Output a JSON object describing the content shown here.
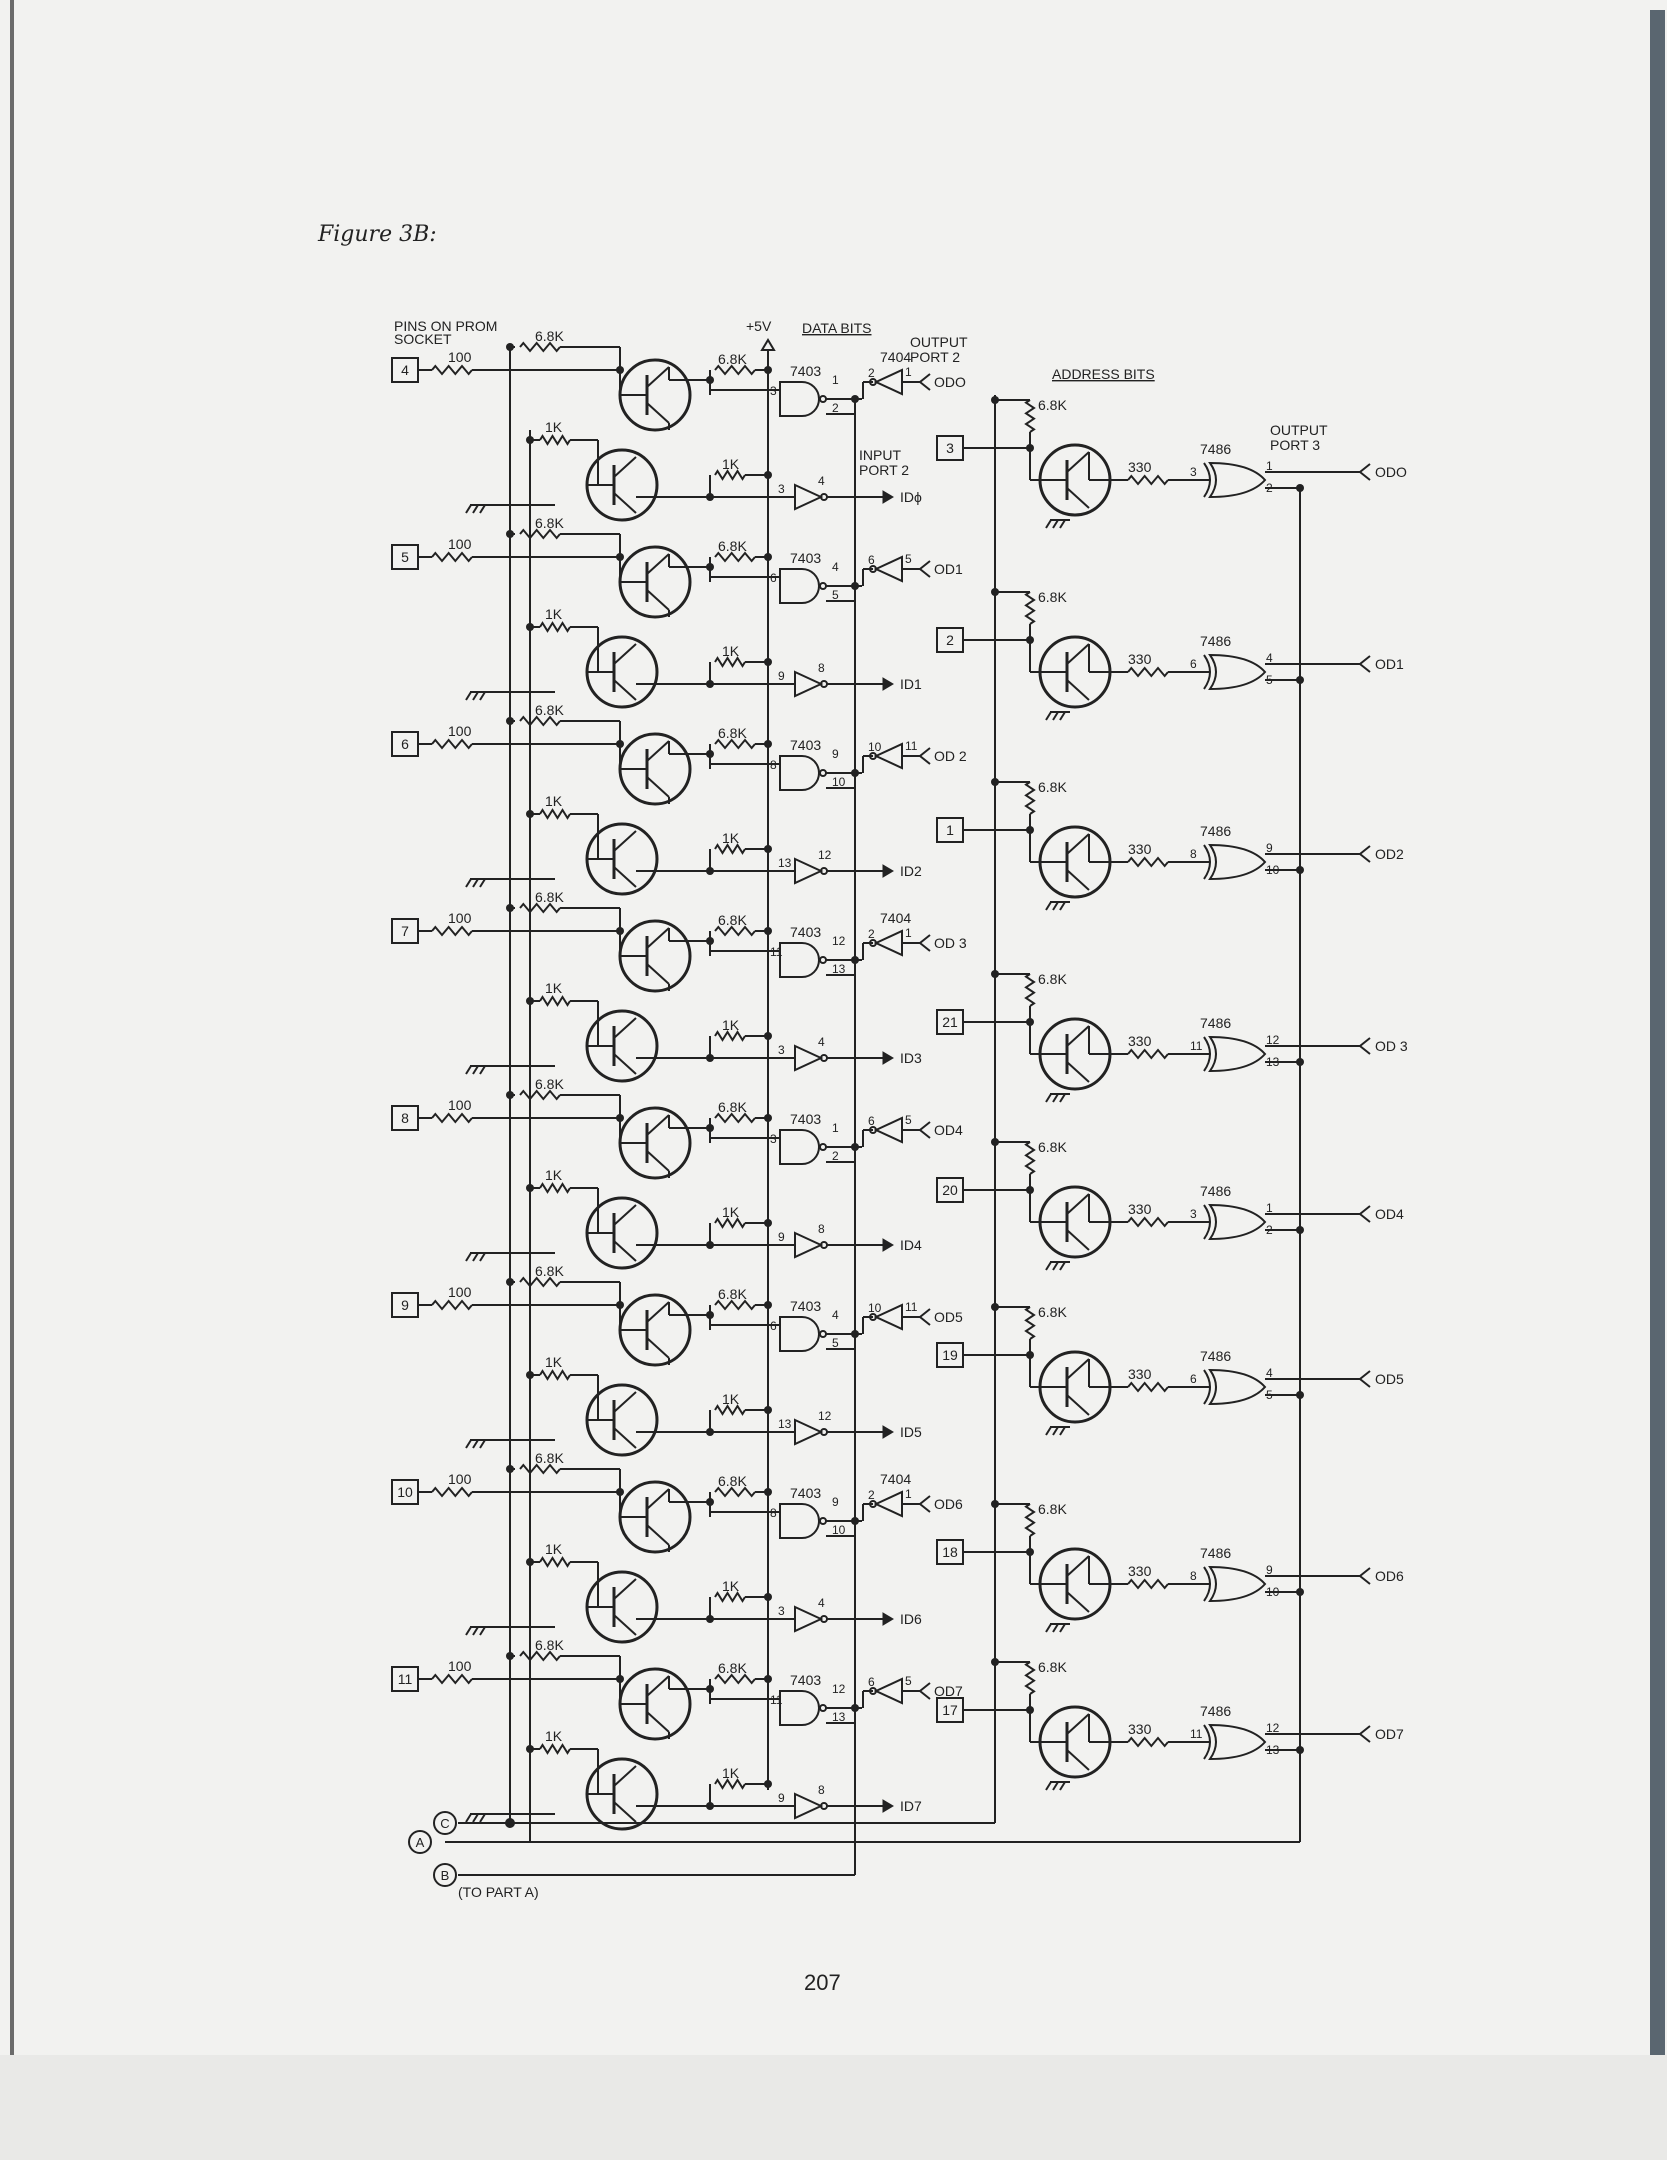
{
  "figure_caption": "Figure 3B:",
  "page_number": "207",
  "header": {
    "pins_label": "PINS ON PROM",
    "socket_label": "SOCKET",
    "supply_label": "+5V",
    "data_bits_label": "DATA BITS",
    "address_bits_label": "ADDRESS BITS",
    "output_port2_label": "OUTPUT",
    "output_port2_label2": "PORT 2",
    "input_port2_label": "INPUT",
    "input_port2_label2": "PORT 2",
    "output_port3_label": "OUTPUT",
    "output_port3_label2": "PORT 3"
  },
  "data_bits": [
    {
      "pin": "4",
      "r_base": "100",
      "r_pull": "6.8K",
      "r_in": "1K",
      "r_nand": "6.8K",
      "nand": "7403",
      "inv_out": "7404",
      "nand_in": "3",
      "nand_out": [
        "1",
        "2"
      ],
      "inv_in": "2",
      "inv_pin_out": "1",
      "out": "ODO",
      "rx_in": "3",
      "rx_out": "4",
      "in": "IDϕ"
    },
    {
      "pin": "5",
      "r_base": "100",
      "r_pull": "6.8K",
      "r_in": "1K",
      "r_nand": "6.8K",
      "nand": "7403",
      "inv_out": "",
      "nand_in": "6",
      "nand_out": [
        "4",
        "5"
      ],
      "inv_in": "6",
      "inv_pin_out": "5",
      "out": "OD1",
      "rx_in": "9",
      "rx_out": "8",
      "in": "ID1"
    },
    {
      "pin": "6",
      "r_base": "100",
      "r_pull": "6.8K",
      "r_in": "1K",
      "r_nand": "6.8K",
      "nand": "7403",
      "inv_out": "",
      "nand_in": "8",
      "nand_out": [
        "9",
        "10"
      ],
      "inv_in": "10",
      "inv_pin_out": "11",
      "out": "OD 2",
      "rx_in": "13",
      "rx_out": "12",
      "in": "ID2"
    },
    {
      "pin": "7",
      "r_base": "100",
      "r_pull": "6.8K",
      "r_in": "1K",
      "r_nand": "6.8K",
      "nand": "7403",
      "inv_out": "7404",
      "nand_in": "11",
      "nand_out": [
        "12",
        "13"
      ],
      "inv_in": "2",
      "inv_pin_out": "1",
      "out": "OD 3",
      "rx_in": "3",
      "rx_out": "4",
      "in": "ID3"
    },
    {
      "pin": "8",
      "r_base": "100",
      "r_pull": "6.8K",
      "r_in": "1K",
      "r_nand": "6.8K",
      "nand": "7403",
      "inv_out": "",
      "nand_in": "3",
      "nand_out": [
        "1",
        "2"
      ],
      "inv_in": "6",
      "inv_pin_out": "5",
      "out": "OD4",
      "rx_in": "9",
      "rx_out": "8",
      "in": "ID4"
    },
    {
      "pin": "9",
      "r_base": "100",
      "r_pull": "6.8K",
      "r_in": "1K",
      "r_nand": "6.8K",
      "nand": "7403",
      "inv_out": "",
      "nand_in": "6",
      "nand_out": [
        "4",
        "5"
      ],
      "inv_in": "10",
      "inv_pin_out": "11",
      "out": "OD5",
      "rx_in": "13",
      "rx_out": "12",
      "in": "ID5"
    },
    {
      "pin": "10",
      "r_base": "100",
      "r_pull": "6.8K",
      "r_in": "1K",
      "r_nand": "6.8K",
      "nand": "7403",
      "inv_out": "7404",
      "nand_in": "8",
      "nand_out": [
        "9",
        "10"
      ],
      "inv_in": "2",
      "inv_pin_out": "1",
      "out": "OD6",
      "rx_in": "3",
      "rx_out": "4",
      "in": "ID6"
    },
    {
      "pin": "11",
      "r_base": "100",
      "r_pull": "6.8K",
      "r_in": "1K",
      "r_nand": "6.8K",
      "nand": "7403",
      "inv_out": "",
      "nand_in": "11",
      "nand_out": [
        "12",
        "13"
      ],
      "inv_in": "6",
      "inv_pin_out": "5",
      "out": "OD7",
      "rx_in": "9",
      "rx_out": "8",
      "in": "ID7"
    }
  ],
  "address_bits": [
    {
      "pin": "3",
      "r_pull": "6.8K",
      "r_base": "330",
      "gate": "7486",
      "in_pin": "3",
      "pins": [
        "1",
        "2"
      ],
      "out": "ODO"
    },
    {
      "pin": "2",
      "r_pull": "6.8K",
      "r_base": "330",
      "gate": "7486",
      "in_pin": "6",
      "pins": [
        "4",
        "5"
      ],
      "out": "OD1"
    },
    {
      "pin": "1",
      "r_pull": "6.8K",
      "r_base": "330",
      "gate": "7486",
      "in_pin": "8",
      "pins": [
        "9",
        "10"
      ],
      "out": "OD2"
    },
    {
      "pin": "21",
      "r_pull": "6.8K",
      "r_base": "330",
      "gate": "7486",
      "in_pin": "11",
      "pins": [
        "12",
        "13"
      ],
      "out": "OD 3"
    },
    {
      "pin": "20",
      "r_pull": "6.8K",
      "r_base": "330",
      "gate": "7486",
      "in_pin": "3",
      "pins": [
        "1",
        "2"
      ],
      "out": "OD4"
    },
    {
      "pin": "19",
      "r_pull": "6.8K",
      "r_base": "330",
      "gate": "7486",
      "in_pin": "6",
      "pins": [
        "4",
        "5"
      ],
      "out": "OD5"
    },
    {
      "pin": "18",
      "r_pull": "6.8K",
      "r_base": "330",
      "gate": "7486",
      "in_pin": "8",
      "pins": [
        "9",
        "10"
      ],
      "out": "OD6"
    },
    {
      "pin": "17",
      "r_pull": "6.8K",
      "r_base": "330",
      "gate": "7486",
      "in_pin": "11",
      "pins": [
        "12",
        "13"
      ],
      "out": "OD7"
    }
  ],
  "connectors": [
    {
      "label": "C"
    },
    {
      "label": "A"
    },
    {
      "label": "B"
    }
  ],
  "connector_note": "(TO PART A)"
}
